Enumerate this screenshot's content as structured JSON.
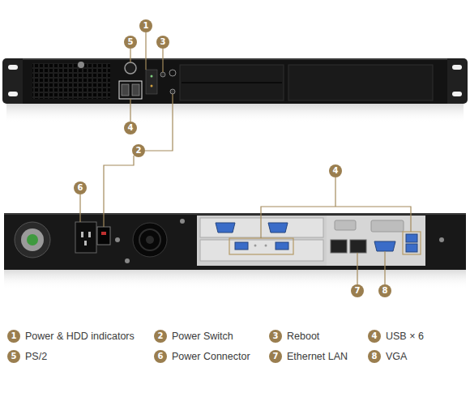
{
  "diagram": {
    "nodes": [
      {
        "text": [
          "1"
        ]
      },
      {
        "text": [
          "5"
        ]
      },
      {
        "text": [
          "3"
        ]
      },
      {
        "text": [
          "4"
        ]
      },
      {
        "text": [
          "2"
        ]
      },
      {
        "text": [
          "4"
        ]
      },
      {
        "text": [
          "6"
        ]
      },
      {
        "text": [
          "7"
        ]
      },
      {
        "text": [
          "8"
        ]
      },
      {
        "text": [
          "1",
          "Power & HDD indicators"
        ]
      },
      {
        "text": [
          "2",
          "Power Switch"
        ]
      },
      {
        "text": [
          "3",
          "Reboot"
        ]
      },
      {
        "text": [
          "4",
          "USB × 6"
        ]
      },
      {
        "text": [
          "5",
          "PS/2"
        ]
      },
      {
        "text": [
          "6",
          "Power Connector"
        ]
      },
      {
        "text": [
          "7",
          "Ethernet LAN"
        ]
      },
      {
        "text": [
          "8",
          "VGA"
        ]
      }
    ],
    "edges": []
  }
}
